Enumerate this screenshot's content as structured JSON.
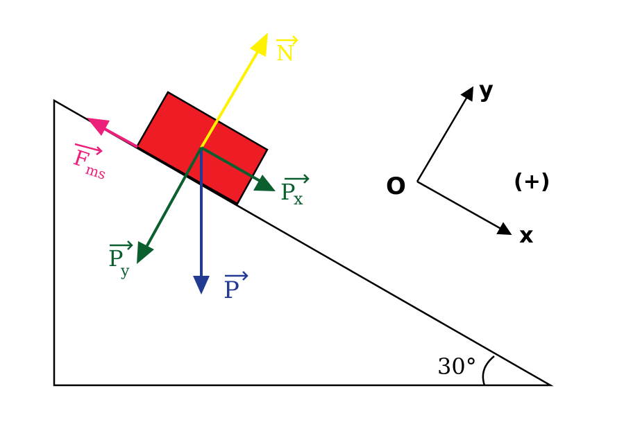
{
  "colors": {
    "background": "#ffffff",
    "line": "#000000",
    "block": "#ee1c25",
    "normal_force": "#fff200",
    "friction_force": "#ec1f7a",
    "weight_force": "#233a93",
    "component_force": "#0b5e2e"
  },
  "labels": {
    "normal": "N",
    "friction_main": "F",
    "friction_sub": "ms",
    "weight": "P",
    "px_main": "P",
    "px_sub": "x",
    "py_main": "P",
    "py_sub": "y",
    "origin": "O",
    "axis_x": "x",
    "axis_y": "y",
    "sign": "(+)",
    "angle": "30°"
  },
  "incline_angle_deg": 30
}
